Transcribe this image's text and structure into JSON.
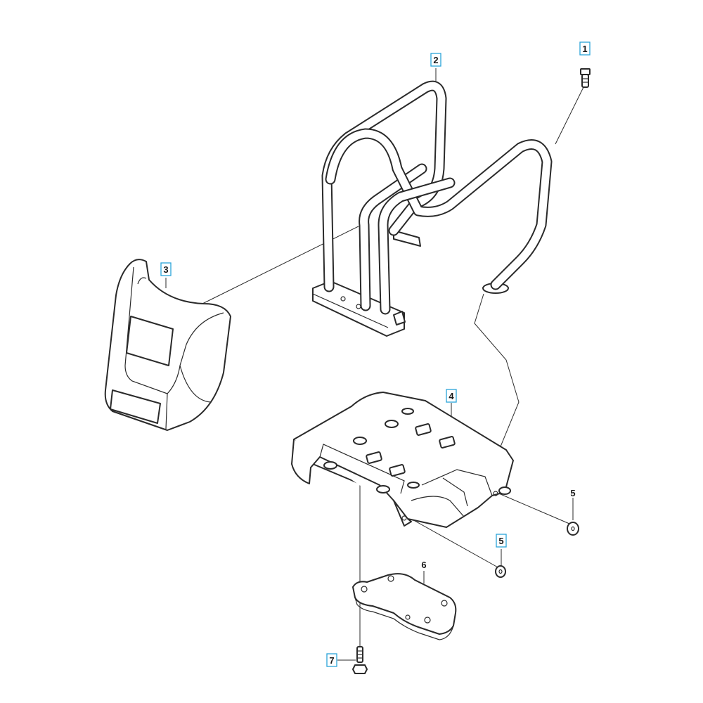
{
  "callouts": {
    "c1": "1",
    "c2": "2",
    "c3": "3",
    "c4": "4",
    "c5a": "5",
    "c5b": "5",
    "c6": "6",
    "c7": "7"
  },
  "colors": {
    "line": "#2a2a2a",
    "callout_border": "#29a3d9",
    "background": "#ffffff"
  }
}
